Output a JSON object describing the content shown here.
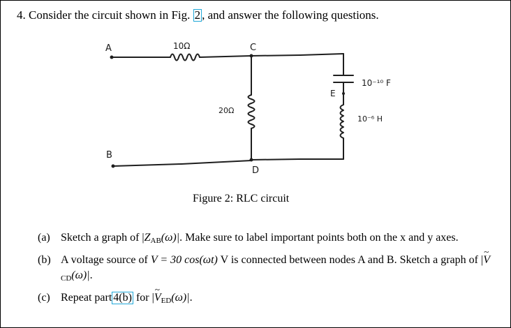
{
  "question": {
    "number": "4.",
    "text_before": "Consider the circuit shown in Fig.",
    "fig_ref": "2",
    "text_after": ", and answer the following questions."
  },
  "circuit": {
    "node_a": "A",
    "node_b": "B",
    "node_c": "C",
    "node_d": "D",
    "node_e": "E",
    "resistor_series": "10Ω",
    "resistor_shunt": "20Ω",
    "capacitor": "10⁻¹⁰ F",
    "inductor": "10⁻⁶ H"
  },
  "figure_caption": "Figure 2: RLC circuit",
  "parts": {
    "a": {
      "label": "(a)",
      "pre": "Sketch a graph of |",
      "sym": "Z",
      "sub": "AB",
      "arg": "(ω)|",
      "post": ". Make sure to label important points both on the x and y axes."
    },
    "b": {
      "label": "(b)",
      "pre": "A voltage source of ",
      "eq": "V = 30 cos(ωt)",
      "mid": " V is connected between nodes A and B. Sketch a graph of |",
      "sym": "V",
      "sub": "CD",
      "arg": "(ω)|",
      "post": "."
    },
    "c": {
      "label": "(c)",
      "pre": "Repeat part",
      "ref": "4(b)",
      "mid": " for |",
      "sym": "V",
      "sub": "ED",
      "arg": "(ω)|",
      "post": "."
    }
  }
}
